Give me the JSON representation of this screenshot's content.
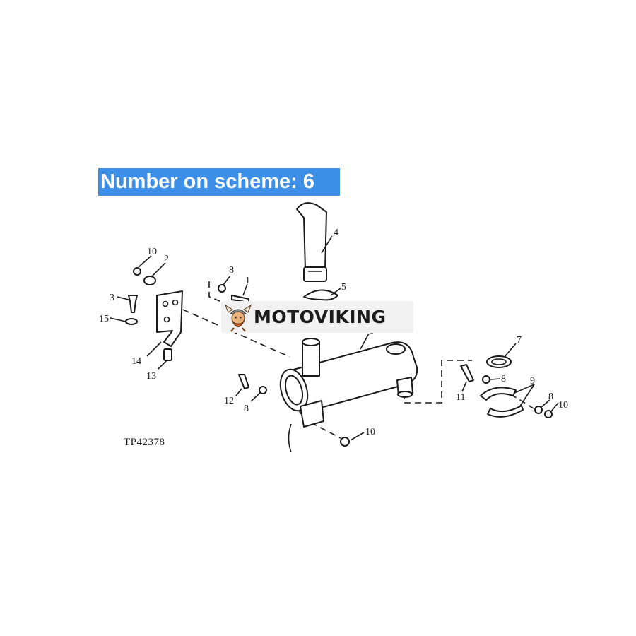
{
  "banner": {
    "text": "Number on scheme: 6"
  },
  "diagram": {
    "part_code": "TP42378",
    "callouts": [
      "10",
      "2",
      "3",
      "15",
      "14",
      "13",
      "8",
      "1",
      "4",
      "5",
      "6",
      "7",
      "9",
      "11",
      "8",
      "8",
      "10",
      "12",
      "8",
      "10"
    ]
  },
  "logo": {
    "brand": "MOTOVIKING",
    "mark": "viking-mascot-icon"
  },
  "colors": {
    "banner_bg": "#3d8ee6",
    "banner_text": "#ffffff",
    "line": "#1a1a1a"
  }
}
